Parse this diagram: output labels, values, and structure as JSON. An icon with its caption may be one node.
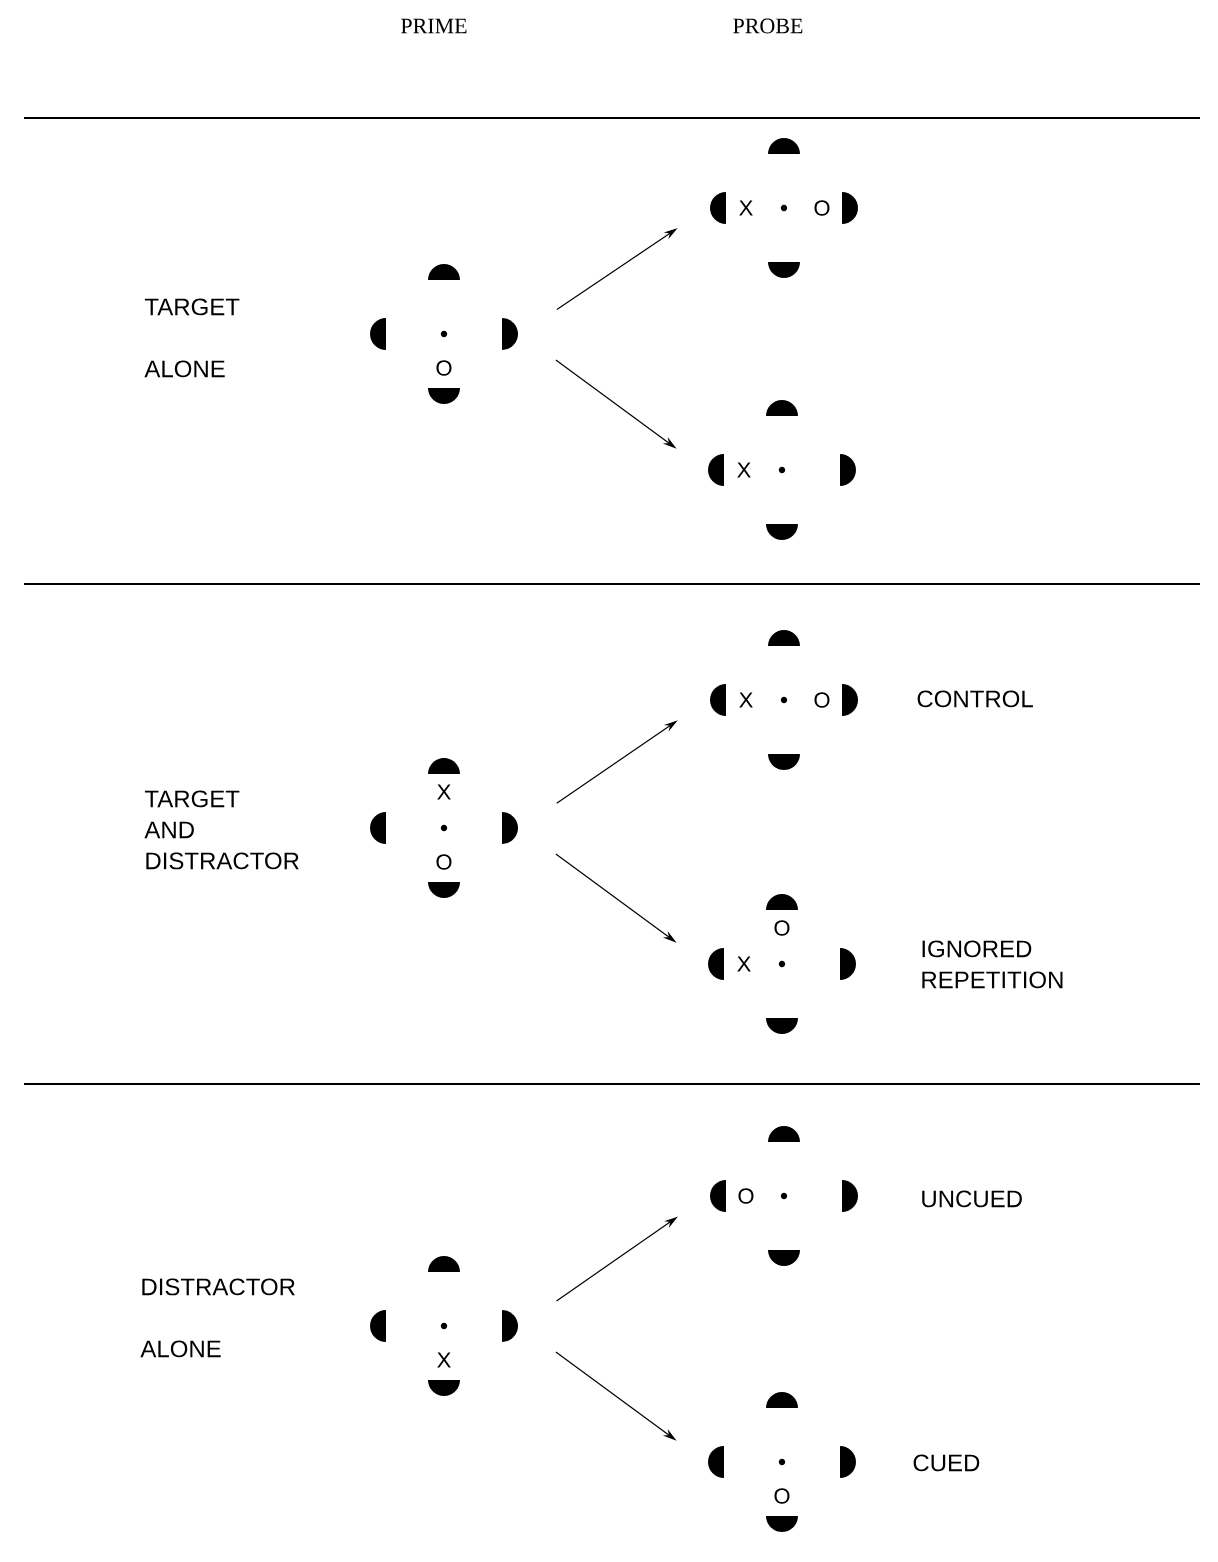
{
  "diagram": {
    "nodes": [
      {
        "text": [
          "O"
        ]
      },
      {
        "text": [
          "X",
          "O"
        ]
      },
      {
        "text": [
          "X"
        ]
      },
      {
        "text": [
          "X",
          "O"
        ]
      },
      {
        "text": [
          "X",
          "O"
        ],
        "beside": [
          "CONTROL"
        ]
      },
      {
        "text": [
          "O",
          "X"
        ],
        "beside": [
          "IGNORED REPETITION"
        ]
      },
      {
        "text": [
          "X"
        ]
      },
      {
        "text": [
          "O"
        ],
        "beside": [
          "UNCUED"
        ]
      },
      {
        "text": [
          "O"
        ],
        "beside": [
          "CUED"
        ]
      }
    ],
    "edges": [
      {
        "from": 0,
        "to": 1,
        "arrow": "to"
      },
      {
        "from": 0,
        "to": 2,
        "arrow": "to"
      },
      {
        "from": 3,
        "to": 4,
        "arrow": "to"
      },
      {
        "from": 3,
        "to": 5,
        "arrow": "to"
      },
      {
        "from": 6,
        "to": 7,
        "arrow": "to"
      },
      {
        "from": 6,
        "to": 8,
        "arrow": "to"
      }
    ],
    "labels": [
      "PRIME",
      "PROBE",
      "TARGET ALONE",
      "TARGET AND DISTRACTOR",
      "DISTRACTOR ALONE"
    ]
  }
}
